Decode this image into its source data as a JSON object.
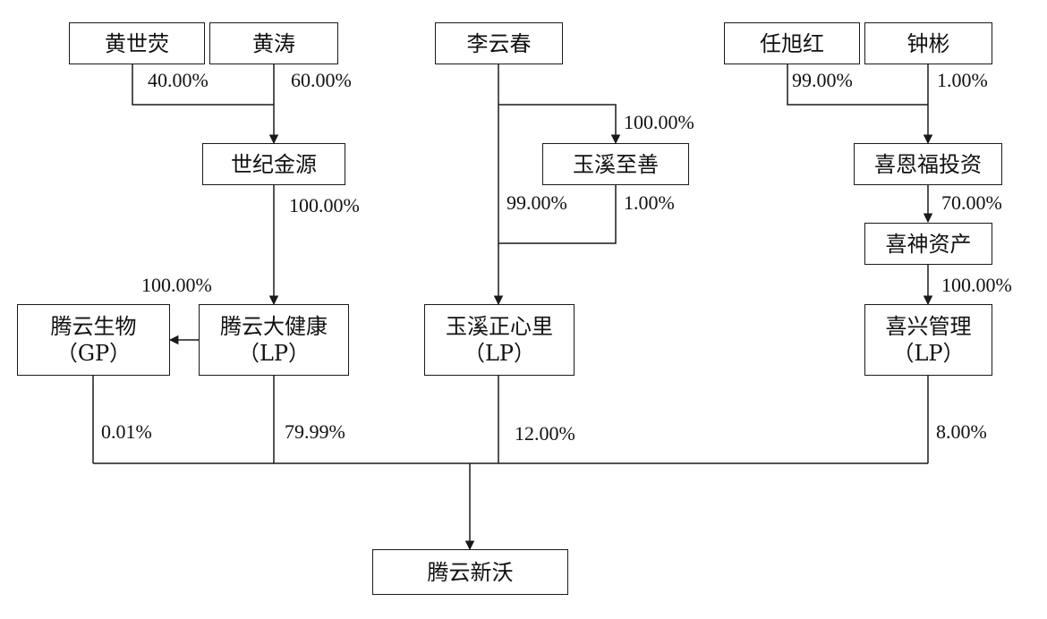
{
  "entities": {
    "huang_shiying": "黄世荧",
    "huang_tao": "黄涛",
    "li_yunchun": "李云春",
    "ren_xuhong": "任旭红",
    "zhong_bin": "钟彬",
    "shiji_jinyuan": "世纪金源",
    "yuxi_zhishan": "玉溪至善",
    "xien_fu_invest": "喜恩福投资",
    "xishen_assets": "喜神资产",
    "tengyun_bio": {
      "name": "腾云生物",
      "role": "（GP）"
    },
    "tengyun_health": {
      "name": "腾云大健康",
      "role": "（LP）"
    },
    "yuxi_zhengxinli": {
      "name": "玉溪正心里",
      "role": "（LP）"
    },
    "xixing_mgmt": {
      "name": "喜兴管理",
      "role": "（LP）"
    },
    "tengyun_xinwo": "腾云新沃"
  },
  "stakes": {
    "huang_shiying_to_shiji": "40.00%",
    "huang_tao_to_shiji": "60.00%",
    "li_to_yuxi_zhishan": "100.00%",
    "ren_to_xien": "99.00%",
    "zhong_to_xien": "1.00%",
    "shiji_to_tengyun_health": "100.00%",
    "li_to_zhengxinli": "99.00%",
    "zhishan_to_zhengxinli": "1.00%",
    "xien_to_xishen": "70.00%",
    "tengyun_health_to_bio": "100.00%",
    "xishen_to_xixing": "100.00%",
    "bio_to_xinwo": "0.01%",
    "health_to_xinwo": "79.99%",
    "zhengxinli_to_xinwo": "12.00%",
    "xixing_to_xinwo": "8.00%"
  }
}
